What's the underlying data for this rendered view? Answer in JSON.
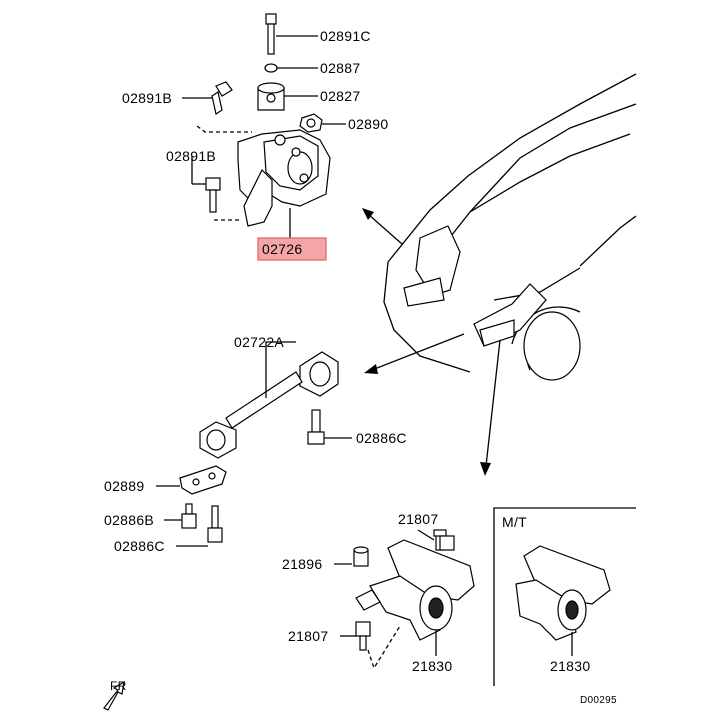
{
  "labels": {
    "bolt_top": "02891C",
    "washer_top": "02887",
    "stopper": "02827",
    "nut_right": "02890",
    "bolt_left_top": "02891B",
    "bolt_left_mid": "02891B",
    "mount_highlight": "02726",
    "rod": "02722A",
    "bolt_rod": "02886C",
    "bracket_small": "02889",
    "bolt_b": "02886B",
    "bolt_c": "02886C",
    "part_21807_top": "21807",
    "part_21896": "21896",
    "part_21807_bottom": "21807",
    "part_21830_left": "21830",
    "mt_tag": "M/T",
    "part_21830_right": "21830",
    "front": "FR",
    "diagram_code": "D00295"
  },
  "colors": {
    "highlight_fill": "#f4a6a6",
    "highlight_stroke": "#e06060",
    "line": "#000000"
  }
}
